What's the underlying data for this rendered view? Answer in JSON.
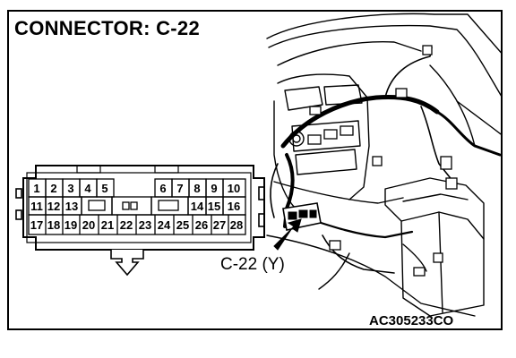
{
  "title": "CONNECTOR: C-22",
  "callout_label": "C-22 (Y)",
  "figure_code": "AC305233CO",
  "connector": {
    "row1": [
      "1",
      "2",
      "3",
      "4",
      "5",
      "6",
      "7",
      "8",
      "9",
      "10"
    ],
    "row2": [
      "11",
      "12",
      "13",
      "14",
      "15",
      "16"
    ],
    "row3": [
      "17",
      "18",
      "19",
      "20",
      "21",
      "22",
      "23",
      "24",
      "25",
      "26",
      "27",
      "28"
    ]
  }
}
